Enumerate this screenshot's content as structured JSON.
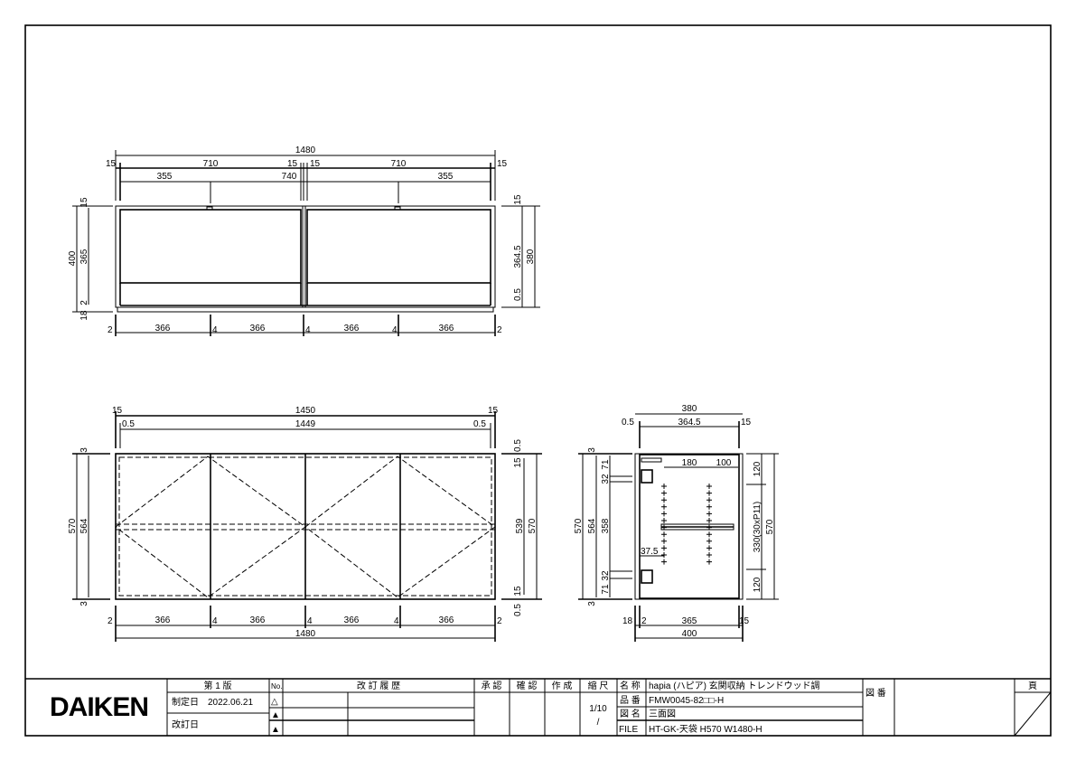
{
  "top_view": {
    "dims": [
      "1480",
      "15",
      "710",
      "15",
      "15",
      "710",
      "15",
      "355",
      "740",
      "355",
      "400",
      "365",
      "15",
      "2",
      "18",
      "2",
      "366",
      "4",
      "366",
      "4",
      "366",
      "4",
      "366",
      "2",
      "15",
      "364.5",
      "0.5",
      "380"
    ]
  },
  "front_view": {
    "dims": [
      "15",
      "1450",
      "15",
      "0.5",
      "1449",
      "0.5",
      "3",
      "570",
      "564",
      "3",
      "0.5",
      "15",
      "539",
      "570",
      "15",
      "0.5",
      "2",
      "366",
      "4",
      "366",
      "4",
      "366",
      "4",
      "366",
      "2",
      "1480"
    ]
  },
  "side_view": {
    "dims": [
      "380",
      "0.5",
      "364.5",
      "15",
      "3",
      "570",
      "564",
      "358",
      "71",
      "32",
      "32",
      "71",
      "3",
      "180",
      "100",
      "37.5",
      "120",
      "330(30xP11)",
      "570",
      "120",
      "18",
      "2",
      "365",
      "15",
      "400"
    ]
  },
  "title_block": {
    "logo": "DAIKEN",
    "edition": "第 1 版",
    "no_header": "No.",
    "revision_history": "改 訂 履 歴",
    "established_label": "制定日",
    "established_date": "2022.06.21",
    "revised_label": "改訂日",
    "approved": "承 認",
    "checked": "確 認",
    "created": "作 成",
    "scale_label": "縮 尺",
    "scale": "1/10",
    "scale2": "/",
    "name_label": "名 称",
    "name": "hapia (ハピア) 玄関収納 トレンドウッド調",
    "part_label": "品 番",
    "part": "FMW0045-82□□-H",
    "drawing_name_label": "図 名",
    "drawing_name": "三面図",
    "file_label": "FILE",
    "file": "HT-GK-天袋 H570 W1480-H",
    "drawing_no_label": "図 番",
    "page_label": "頁"
  }
}
